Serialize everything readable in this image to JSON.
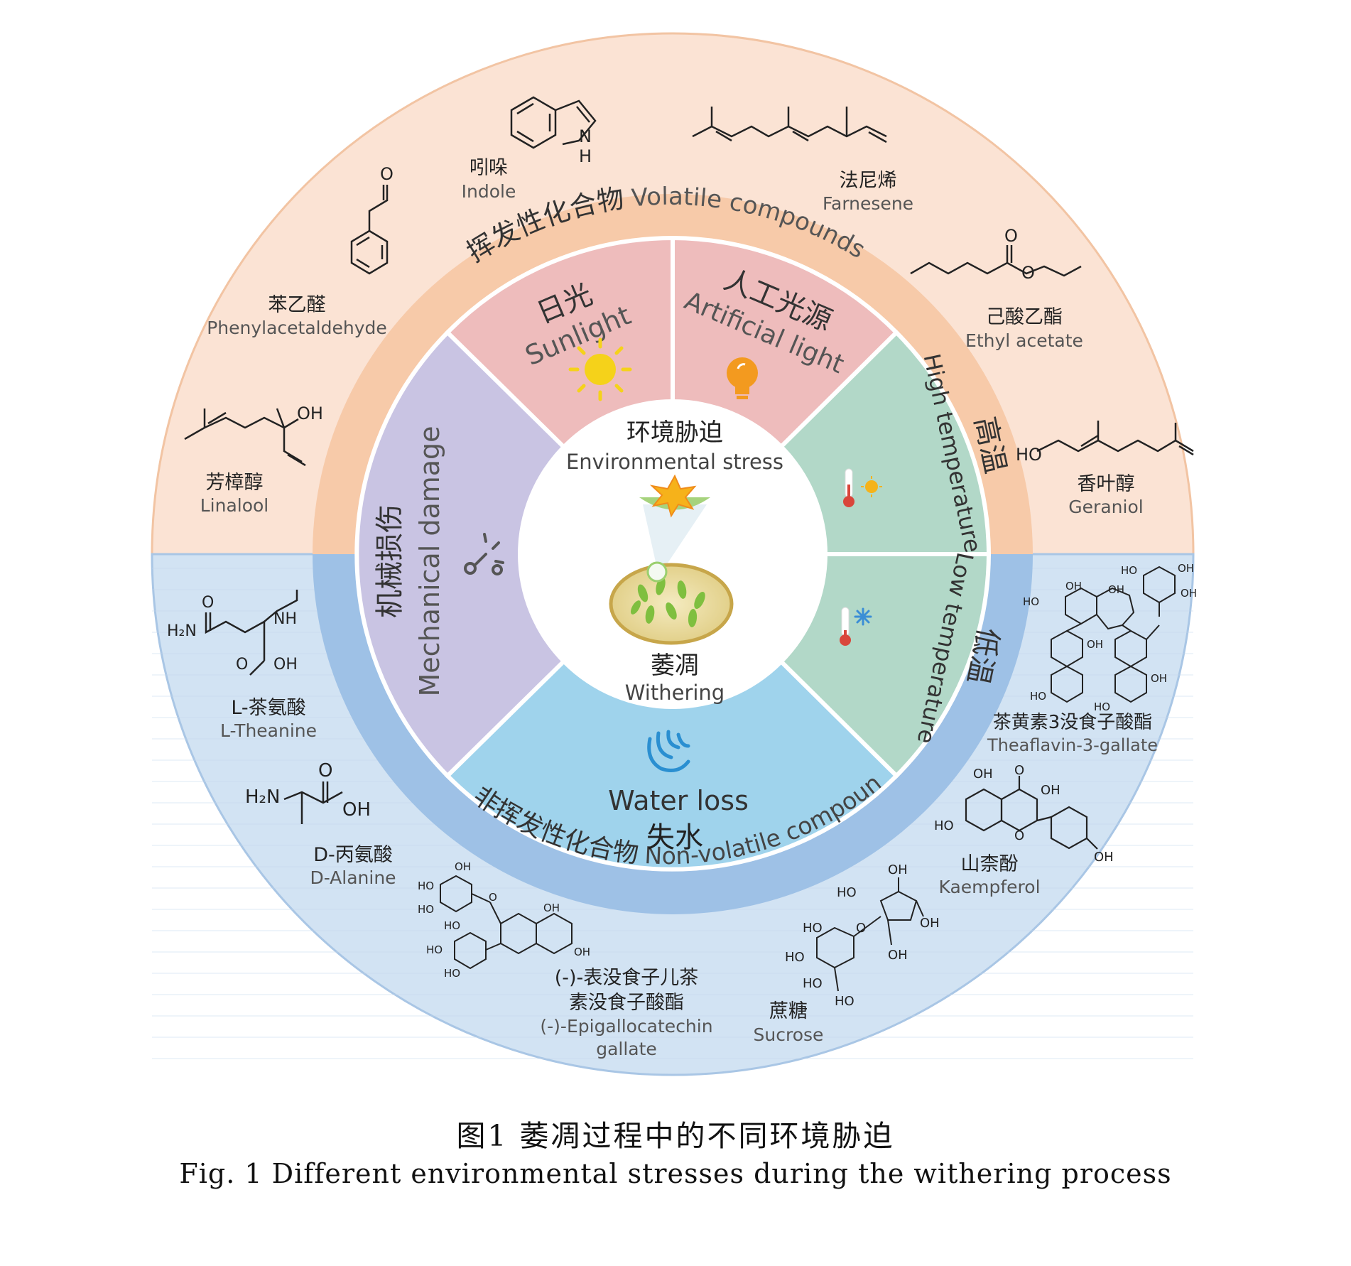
{
  "center": {
    "zh": "环境胁迫",
    "en": "Environmental stress",
    "withering_zh": "萎凋",
    "withering_en": "Withering"
  },
  "ring_labels": {
    "volatile_zh": "挥发性化合物",
    "volatile_en": "Volatile compounds",
    "nonvolatile_zh": "非挥发性化合物",
    "nonvolatile_en": "Non-volatile compounds"
  },
  "sectors": {
    "sunlight": {
      "zh": "日光",
      "en": "Sunlight",
      "color": "#eebcbc"
    },
    "artificial": {
      "zh": "人工光源",
      "en": "Artificial light",
      "color": "#eebcbc"
    },
    "high_temp": {
      "zh": "高温",
      "en": "High temperature",
      "color": "#b2d8c8"
    },
    "low_temp": {
      "zh": "低温",
      "en": "Low temperature",
      "color": "#b2d8c8"
    },
    "water_loss": {
      "zh": "失水",
      "en": "Water loss",
      "color": "#9fd3ec"
    },
    "mechanical": {
      "zh": "机械损伤",
      "en": "Mechanical damage",
      "color": "#c9c4e3"
    }
  },
  "volatile_compounds": [
    {
      "zh": "吲哚",
      "en": "Indole"
    },
    {
      "zh": "法尼烯",
      "en": "Farnesene"
    },
    {
      "zh": "苯乙醛",
      "en": "Phenylacetaldehyde"
    },
    {
      "zh": "己酸乙酯",
      "en": "Ethyl acetate"
    },
    {
      "zh": "芳樟醇",
      "en": "Linalool"
    },
    {
      "zh": "香叶醇",
      "en": "Geraniol"
    }
  ],
  "nonvolatile_compounds": [
    {
      "zh": "L-茶氨酸",
      "en": "L-Theanine"
    },
    {
      "zh": "茶黄素3没食子酸酯",
      "en": "Theaflavin-3-gallate"
    },
    {
      "zh": "D-丙氨酸",
      "en": "D-Alanine"
    },
    {
      "zh": "山柰酚",
      "en": "Kaempferol"
    },
    {
      "zh": "(-)-表没食子儿茶",
      "zh2": "素没食子酸酯",
      "en": "(-)-Epigallocatechin",
      "en2": "gallate"
    },
    {
      "zh": "蔗糖",
      "en": "Sucrose"
    }
  ],
  "atoms": {
    "O": "O",
    "OH": "OH",
    "HO": "HO",
    "NH": "NH",
    "H": "H",
    "H2N": "H₂N",
    "N": "N"
  },
  "caption": {
    "zh": "图1  萎凋过程中的不同环境胁迫",
    "en": "Fig. 1 Different environmental stresses during the withering process"
  },
  "colors": {
    "volatile_bg": "#fbe3d4",
    "volatile_ring": "#f7caa9",
    "nonvolatile_bg": "#d2e3f3",
    "nonvolatile_ring": "#9ec1e6",
    "sun": "#f5d21a",
    "bulb": "#f39a1f",
    "water": "#2a8fd1"
  }
}
